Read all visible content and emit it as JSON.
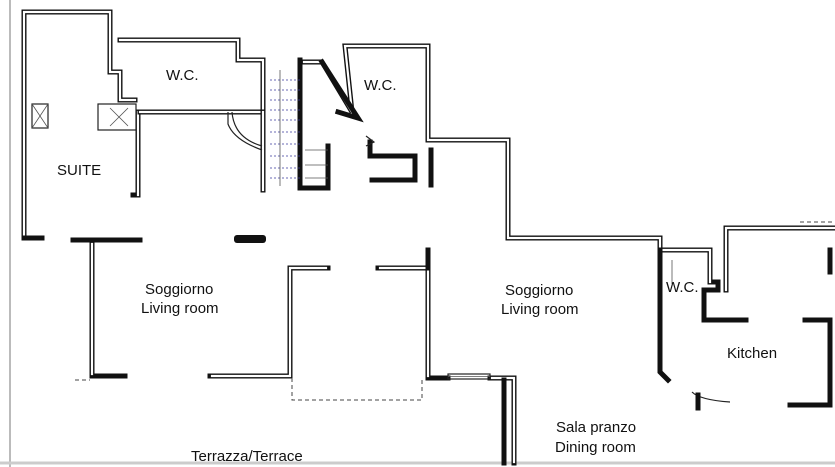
{
  "rooms": {
    "wc_top_left": "W.C.",
    "wc_top_center": "W.C.",
    "suite": "SUITE",
    "living_left_it": "Soggiorno",
    "living_left_en": "Living room",
    "living_right_it": "Soggiorno",
    "living_right_en": "Living room",
    "wc_right": "W.C.",
    "kitchen": "Kitchen",
    "dining_it": "Sala pranzo",
    "dining_en": "Dining room",
    "terrace": "Terrazza/Terrace"
  },
  "colors": {
    "wall": "#111111",
    "background": "#ffffff",
    "stairs": "#3a3a9a"
  }
}
